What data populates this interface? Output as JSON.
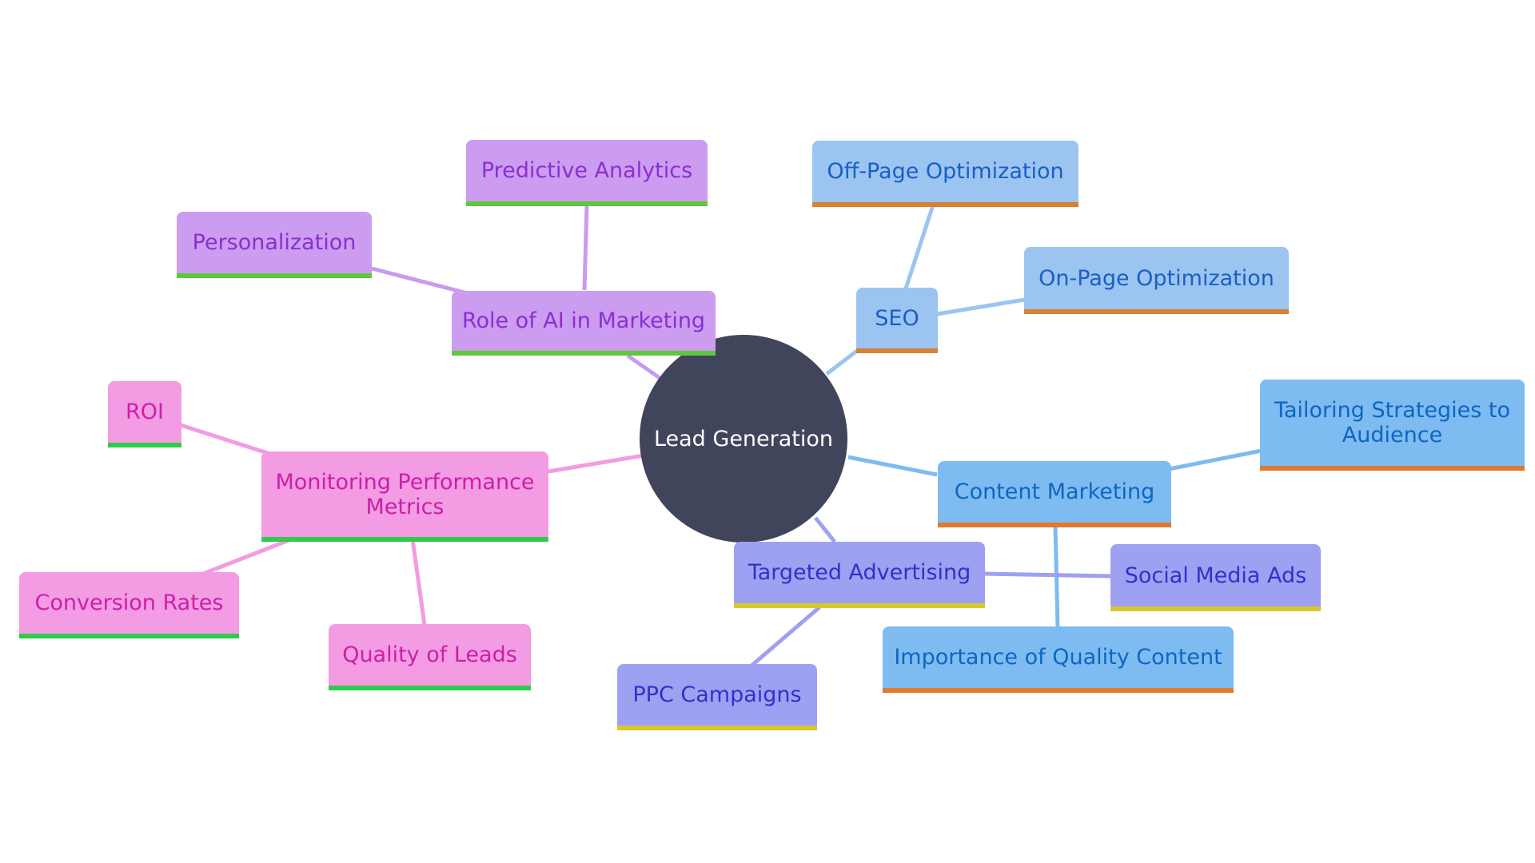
{
  "center": {
    "label": "Lead Generation",
    "color": "#40455b"
  },
  "branches": {
    "ai": {
      "label": "Role of AI in Marketing",
      "children": [
        "Predictive Analytics",
        "Personalization"
      ],
      "colors": {
        "fill": "#cc9cf0",
        "text": "#8a2fd0",
        "underline": "#5ec93c"
      }
    },
    "monitoring": {
      "label": "Monitoring Performance Metrics",
      "children": [
        "ROI",
        "Conversion Rates",
        "Quality of Leads"
      ],
      "colors": {
        "fill": "#f39be3",
        "text": "#cc1fa8",
        "underline": "#2ecc4a"
      }
    },
    "seo": {
      "label": "SEO",
      "children": [
        "Off-Page Optimization",
        "On-Page Optimization"
      ],
      "colors": {
        "fill": "#9cc4f0",
        "text": "#1a5fc6",
        "underline": "#d98033"
      }
    },
    "content": {
      "label": "Content Marketing",
      "children": [
        "Tailoring Strategies to Audience",
        "Importance of Quality Content"
      ],
      "colors": {
        "fill": "#7ebbf0",
        "text": "#0e66c2",
        "underline": "#e07a2e"
      }
    },
    "advertising": {
      "label": "Targeted Advertising",
      "children": [
        "Social Media Ads",
        "PPC Campaigns"
      ],
      "colors": {
        "fill": "#9ea0f2",
        "text": "#3231c9",
        "underline": "#d7c92a"
      }
    }
  }
}
